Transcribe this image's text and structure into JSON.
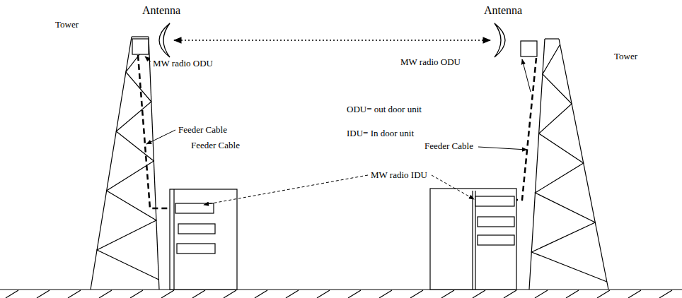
{
  "diagram": {
    "nodes": [
      {
        "text": [
          "Antenna"
        ]
      },
      {
        "text": [
          "Antenna"
        ]
      }
    ],
    "edges": [
      {
        "from": 0,
        "to": 1,
        "arrow": "both"
      }
    ],
    "labels": [
      "Tower",
      "MW radio ODU",
      "Feeder Cable",
      "Feeder Cable",
      "ODU= out door unit",
      "IDU= In door unit",
      "MW radio ODU",
      "Tower",
      "Feeder Cable",
      "MW radio IDU"
    ]
  }
}
